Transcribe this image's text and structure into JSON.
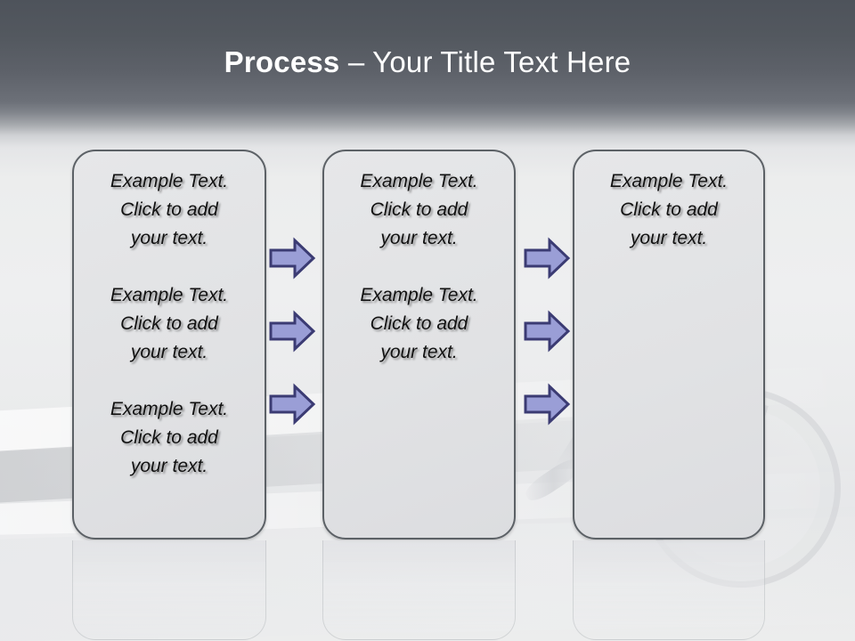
{
  "slide": {
    "title": {
      "strong": "Process",
      "rest": " – Your Title Text Here"
    },
    "theme": {
      "header_top_color": "#4e535b",
      "header_bottom_color": "#6c7078",
      "background_color": "#eceded",
      "box_fill_color": "#e2e3e5",
      "box_border_color": "#5c6166",
      "arrow_fill_color": "#9a9ed6",
      "arrow_border_color": "#3b3b73",
      "title_text_color": "#ffffff",
      "body_text_color": "#111111"
    },
    "columns": [
      {
        "name": "column-1",
        "paragraphs": [
          "Example Text.\nClick  to add\nyour text.",
          "Example Text.\nClick  to add\nyour text.",
          "Example Text.\nClick  to add\nyour text."
        ]
      },
      {
        "name": "column-2",
        "paragraphs": [
          "Example Text.\nClick  to add\nyour text.",
          "Example Text.\nClick  to add\nyour text."
        ]
      },
      {
        "name": "column-3",
        "paragraphs": [
          "Example Text.\nClick  to add\nyour text."
        ]
      }
    ],
    "arrow_groups": [
      {
        "name": "arrows-col1-to-col2",
        "count": 3,
        "direction": "right"
      },
      {
        "name": "arrows-col2-to-col3",
        "count": 3,
        "direction": "right"
      }
    ]
  }
}
